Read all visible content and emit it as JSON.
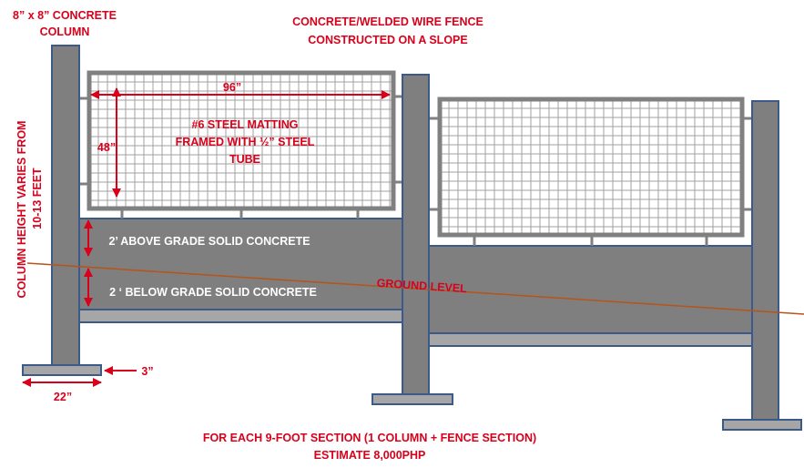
{
  "colors": {
    "column_fill": "#7f7f7f",
    "column_stroke": "#3b5a8a",
    "mesh_frame": "#808080",
    "mesh_line": "#9a9a9a",
    "label_red": "#d9001b",
    "label_white": "#ffffff",
    "ground_line": "#b5541b",
    "base_plate": "#a6a6a6"
  },
  "labels": {
    "column_size_line1": "8” x 8” CONCRETE",
    "column_size_line2": "COLUMN",
    "title_line1": "CONCRETE/WELDED WIRE FENCE",
    "title_line2": "CONSTRUCTED ON A SLOPE",
    "width_dim": "96”",
    "height_dim": "48”",
    "matting_line1": "#6  STEEL MATTING",
    "matting_line2": "FRAMED WITH ½” STEEL",
    "matting_line3": "TUBE",
    "above_grade": "2’ ABOVE GRADE SOLID CONCRETE",
    "below_grade": "2 ‘ BELOW GRADE SOLID CONCRETE",
    "ground_level": "GROUND LEVEL",
    "column_height_line1": "COLUMN HEIGHT VARIES FROM",
    "column_height_line2": "10-13 FEET",
    "plate_thickness": "3”",
    "plate_width": "22”",
    "estimate_line1": "FOR EACH 9-FOOT SECTION (1 COLUMN + FENCE SECTION)",
    "estimate_line2": "ESTIMATE 8,000PHP"
  }
}
